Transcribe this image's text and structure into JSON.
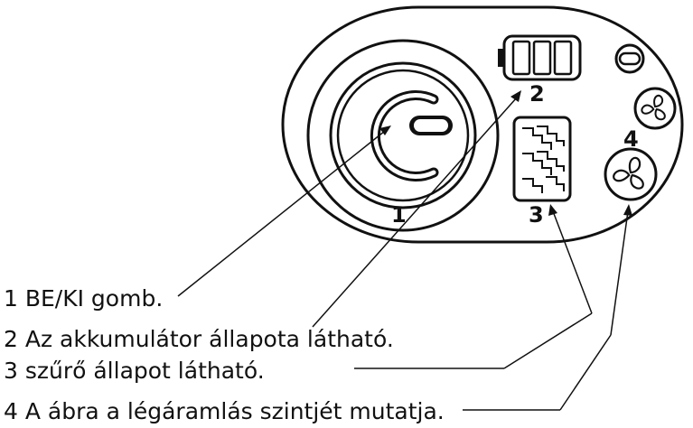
{
  "callouts": {
    "power": "1",
    "battery": "2",
    "filter": "3",
    "airflow": "4"
  },
  "legend": [
    "1 BE/KI gomb.",
    "2 Az akkumulátor állapota látható.",
    "3 szűrő állapot látható.",
    "4 A ábra a légáramlás szintjét mutatja."
  ],
  "icons": {
    "power": "power-button-icon",
    "battery": "battery-icon",
    "filter": "filter-icon",
    "mode": "mode-icon",
    "fan_small": "fan-icon",
    "fan_large": "fan-icon"
  },
  "colors": {
    "ink": "#111111",
    "background": "#ffffff"
  }
}
